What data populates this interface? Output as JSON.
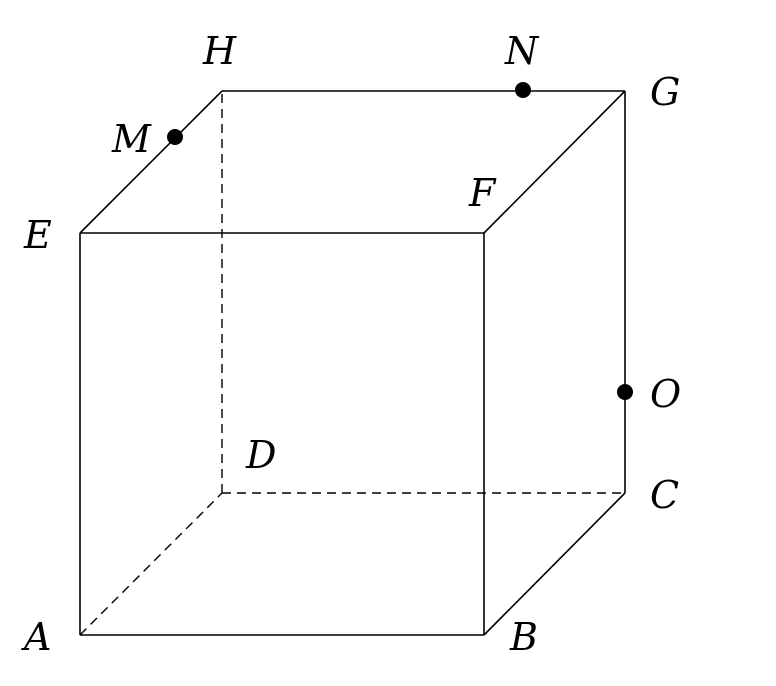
{
  "diagram": {
    "vertices": {
      "A": "A",
      "B": "B",
      "C": "C",
      "D": "D",
      "E": "E",
      "F": "F",
      "G": "G",
      "H": "H"
    },
    "points": {
      "M": "M",
      "N": "N",
      "O": "O"
    },
    "colors": {
      "stroke": "#000000",
      "background": "#ffffff"
    }
  }
}
